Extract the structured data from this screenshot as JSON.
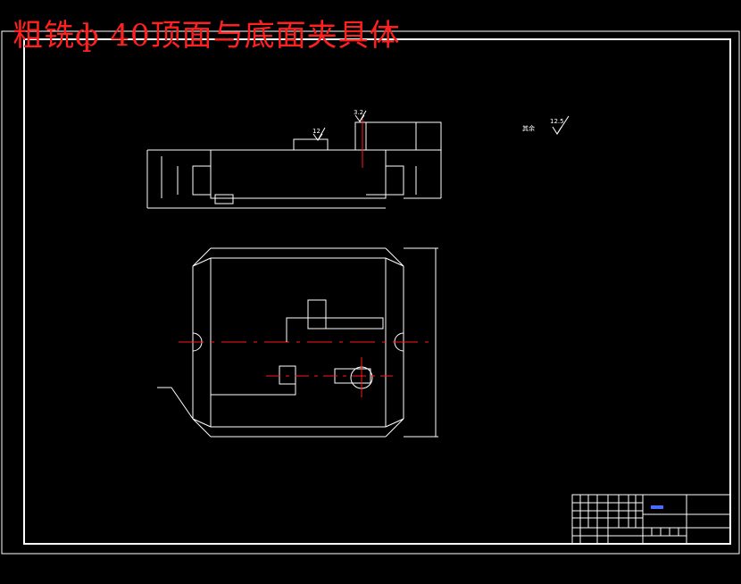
{
  "title": "粗铣ф 40顶面与底面夹具体",
  "roughness": {
    "other_label": "其余",
    "other_value": "12.5",
    "top_value": "12",
    "right_value": "3.2"
  },
  "colors": {
    "background": "#000000",
    "line": "#ffffff",
    "title": "#ff2020",
    "centerline": "#ff1a1a",
    "accent": "#4a6cff"
  }
}
